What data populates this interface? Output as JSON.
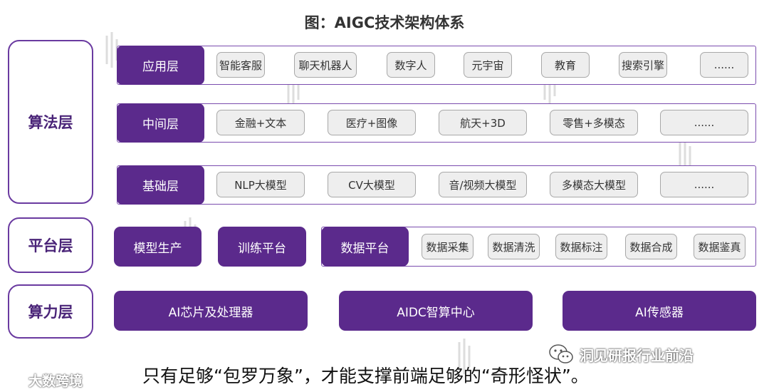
{
  "title": "图：AIGC技术架构体系",
  "layers": {
    "algorithm": "算法层",
    "platform": "平台层",
    "compute": "算力层"
  },
  "rows": [
    {
      "head": "应用层",
      "items": [
        "智能客服",
        "聊天机器人",
        "数字人",
        "元宇宙",
        "教育",
        "搜索引擎",
        "......"
      ]
    },
    {
      "head": "中间层",
      "items": [
        "金融+文本",
        "医疗+图像",
        "航天+3D",
        "零售+多模态",
        "......"
      ]
    },
    {
      "head": "基础层",
      "items": [
        "NLP大模型",
        "CV大模型",
        "音/视频大模型",
        "多模态大模型",
        "......"
      ]
    }
  ],
  "platform": {
    "model_production": "模型生产",
    "training_platform": "训练平台",
    "data_platform": "数据平台",
    "data_items": [
      "数据采集",
      "数据清洗",
      "数据标注",
      "数据合成",
      "数据鉴真"
    ]
  },
  "compute": {
    "items": [
      "AI芯片及处理器",
      "AIDC智算中心",
      "AI传感器"
    ]
  },
  "caption": "只有足够“包罗万象”，才能支撑前端足够的“奇形怪状”。",
  "watermark_account": "洞见研报行业前沿",
  "source_logo": "大数跨境",
  "colors": {
    "primary_purple": "#5b2a8c",
    "frame_purple": "#7a4cae",
    "chip_gray": "#eeeeee"
  }
}
